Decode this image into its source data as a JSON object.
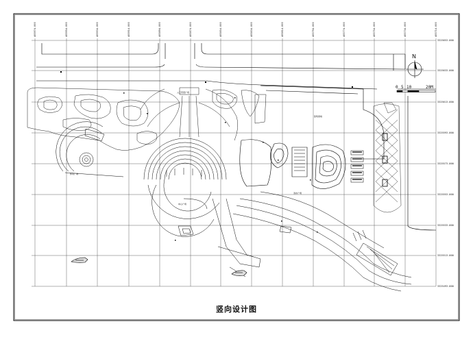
{
  "drawing": {
    "title": "竖向设计图",
    "north_label": "N",
    "scale_bar": {
      "ticks": [
        "0",
        "5",
        "10",
        "20M"
      ]
    },
    "grid_x_labels": [
      "405974.000",
      "405954.000",
      "405934.000",
      "405914.000",
      "405894.000",
      "405874.000",
      "405854.000",
      "405834.000",
      "405814.000",
      "405794.000",
      "405774.000",
      "405754.000",
      "405734.000",
      "405714.000"
    ],
    "grid_y_labels": [
      "3325653.000",
      "3325633.000",
      "3325613.000",
      "3325593.000",
      "3325573.000",
      "3325553.000",
      "3325533.000",
      "3325513.000",
      "3325493.000"
    ],
    "zone_labels": {
      "plaza_north": "入口景观广场",
      "plaza_west": "休闲广场",
      "plaza_center": "中心广场",
      "plaza_east": "滨水广场",
      "building": "建筑用地"
    }
  }
}
